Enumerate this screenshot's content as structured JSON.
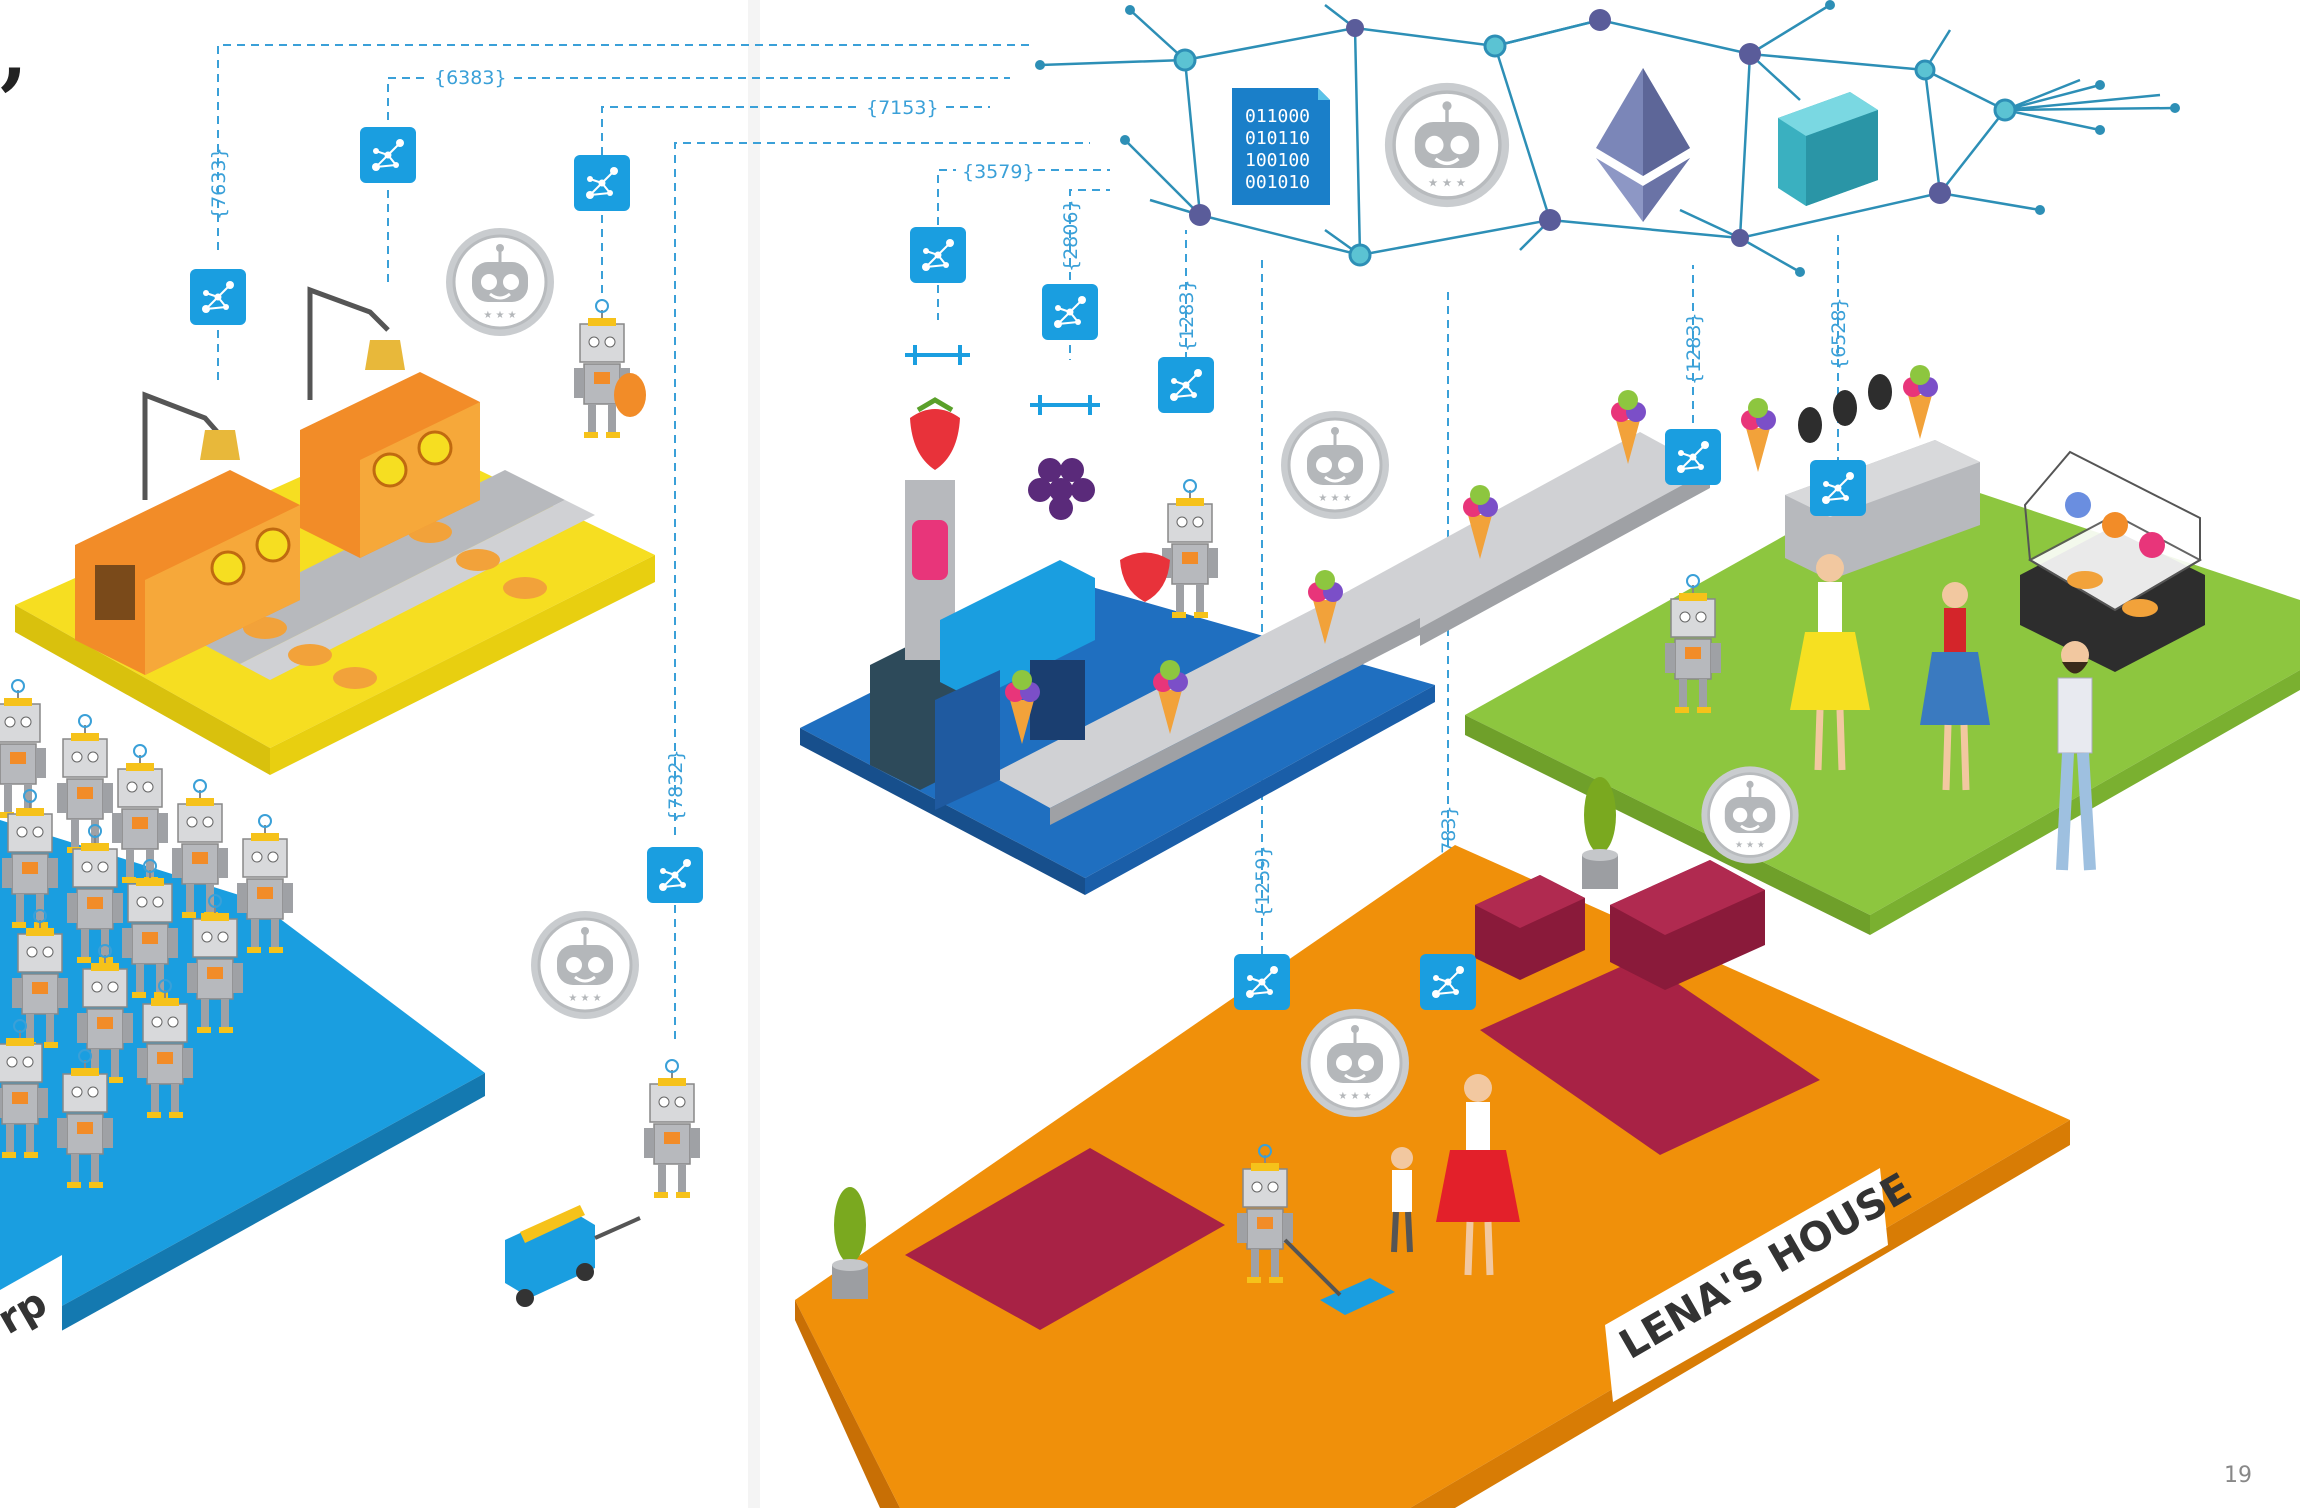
{
  "page_number": "19",
  "house_label": "LENA'S HOUSE",
  "corp_label_fragment": "rp",
  "binary_lines": [
    "011000",
    "010110",
    "100100",
    "001010"
  ],
  "transaction_ids": {
    "t7633": "{7633}",
    "t6383": "{6383}",
    "t7153": "{7153}",
    "t3579": "{3579}",
    "t2806": "{2806}",
    "t1283a": "{1283}",
    "t1283b": "{1283}",
    "t6528": "{6528}",
    "t7832": "{7832}",
    "t1259": "{1259}",
    "t6783": "{6783}"
  },
  "colors": {
    "accent_blue": "#1a9ee0",
    "network_blue": "#2d8fb6",
    "ethereum": "#7b86b8",
    "block_teal": "#4cc4d4",
    "bakery_yellow": "#f6de21",
    "ice_cream_blue": "#1f6fc0",
    "cafe_green": "#8dc63f",
    "house_orange": "#f0900a",
    "rug_crimson": "#a82245",
    "robot_grey": "#b7b9bd"
  },
  "icons": [
    "network-node-icon",
    "robot-badge-icon",
    "ethereum-icon",
    "blockchain-block-icon",
    "binary-document-icon"
  ]
}
